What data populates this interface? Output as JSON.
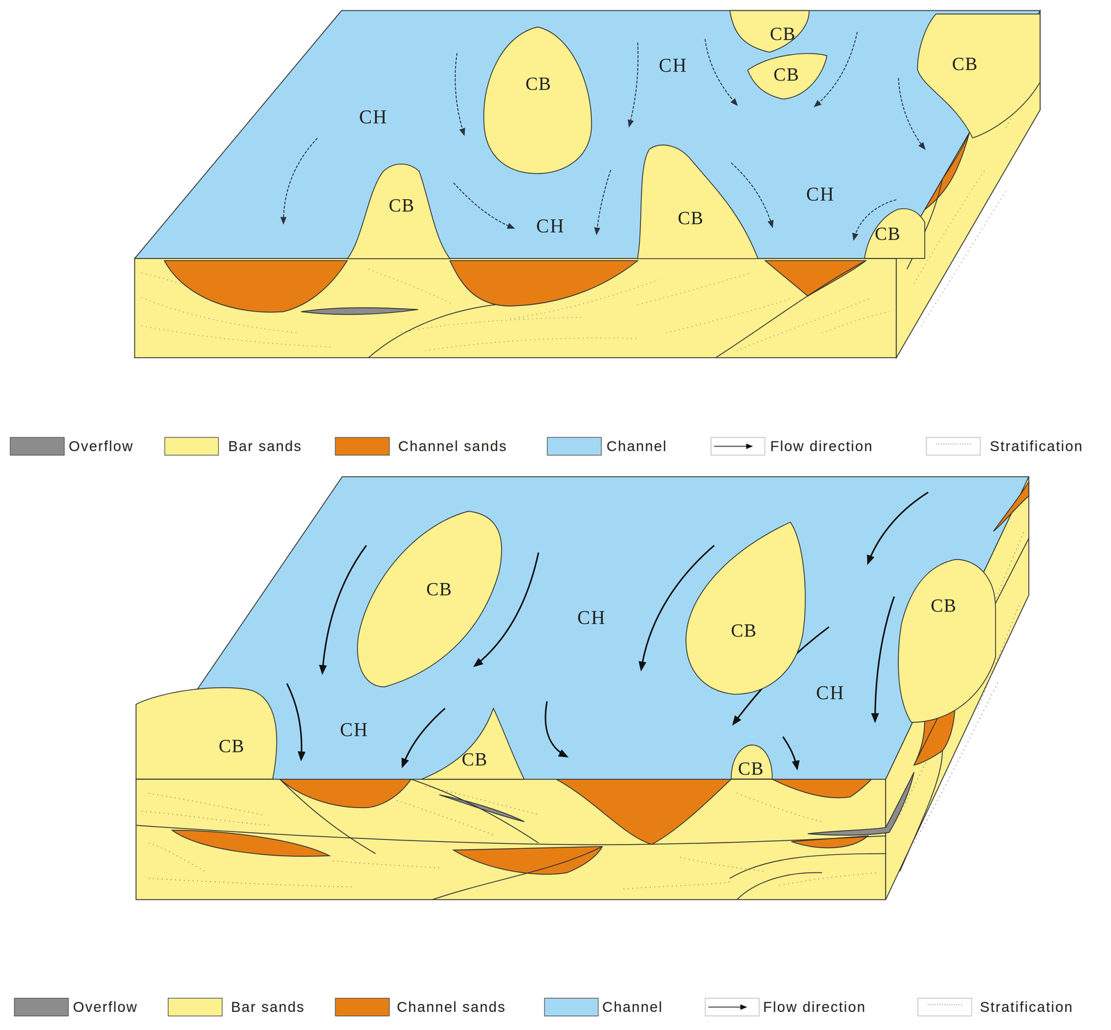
{
  "diagram": {
    "nodes": [
      {
        "text": [
          "CB"
        ]
      },
      {
        "text": [
          "CB"
        ]
      },
      {
        "text": [
          "CB"
        ]
      },
      {
        "text": [
          "CB"
        ]
      },
      {
        "text": [
          "CB"
        ]
      },
      {
        "text": [
          "CB"
        ]
      },
      {
        "text": [
          "CB"
        ]
      },
      {
        "text": [
          "CB"
        ]
      },
      {
        "text": [
          "CB"
        ]
      },
      {
        "text": [
          "CB"
        ]
      },
      {
        "text": [
          "CB"
        ]
      },
      {
        "text": [
          "CB"
        ]
      },
      {
        "text": [
          "CB"
        ]
      }
    ],
    "labels": [
      "CH",
      "CH",
      "CH",
      "CH",
      "CH",
      "CH",
      "CH"
    ],
    "legend": [
      {
        "text": "Overflow",
        "color": "#8c8c8c"
      },
      {
        "text": "Bar sands",
        "color": "#fdf08e"
      },
      {
        "text": "Channel sands",
        "color": "#e67e14"
      },
      {
        "text": "Channel",
        "color": "#a3d8f5"
      },
      {
        "text": "Flow direction"
      },
      {
        "text": "Stratification"
      },
      {
        "text": "Overflow",
        "color": "#8c8c8c"
      },
      {
        "text": "Bar sands",
        "color": "#fdf08e"
      },
      {
        "text": "Channel sands",
        "color": "#e67e14"
      },
      {
        "text": "Channel",
        "color": "#a3d8f5"
      },
      {
        "text": "Flow direction"
      },
      {
        "text": "Stratification"
      }
    ]
  }
}
